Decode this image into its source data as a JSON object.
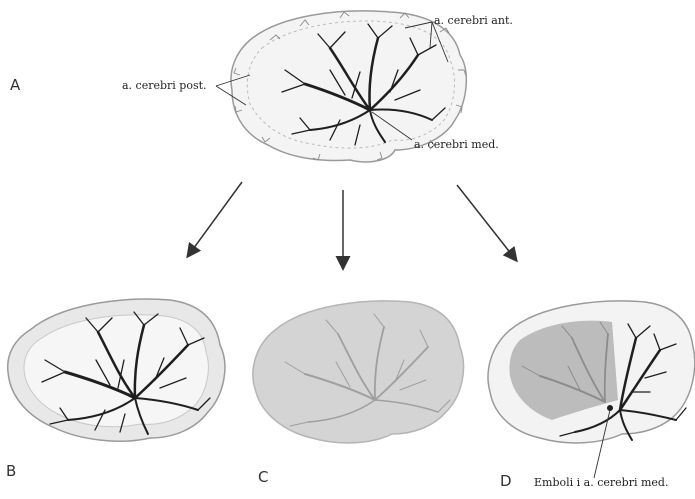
{
  "panels": {
    "a": "A",
    "b": "B",
    "c": "C",
    "d": "D"
  },
  "labels": {
    "anterior": "a. cerebri ant.",
    "posterior": "a. cerebri post.",
    "middle": "a. cerebri med.",
    "emboli": "Emboli i a. cerebri med."
  },
  "colors": {
    "vessel": "#1f1f1f",
    "brain_outline": "#9a9a9a",
    "brain_fill": "#f3f3f3",
    "infarct": "#bdbdbd",
    "small_vessels": "#8a8a8a",
    "arrow": "#333333"
  }
}
